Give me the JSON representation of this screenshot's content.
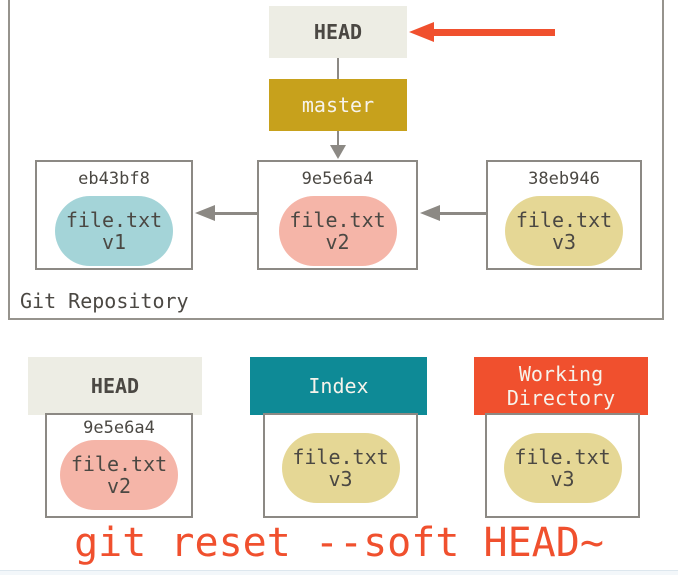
{
  "repository": {
    "label": "Git Repository",
    "head_box": {
      "label": "HEAD"
    },
    "branch_box": {
      "label": "master"
    },
    "commits": [
      {
        "hash": "eb43bf8",
        "file": "file.txt",
        "version": "v1",
        "oval_color": "#A4D4D8"
      },
      {
        "hash": "9e5e6a4",
        "file": "file.txt",
        "version": "v2",
        "oval_color": "#F5B5A8"
      },
      {
        "hash": "38eb946",
        "file": "file.txt",
        "version": "v3",
        "oval_color": "#E5D795"
      }
    ]
  },
  "areas": [
    {
      "title": "HEAD",
      "header_bg": "#EDEDE4",
      "header_fg": "#4b4843",
      "hash": "9e5e6a4",
      "file": "file.txt",
      "version": "v2",
      "oval_color": "#F5B5A8"
    },
    {
      "title": "Index",
      "header_bg": "#0E8A96",
      "header_fg": "#F6F3EB",
      "hash": "",
      "file": "file.txt",
      "version": "v3",
      "oval_color": "#E5D795"
    },
    {
      "title": "Working Directory",
      "header_bg": "#F0502E",
      "header_fg": "#F6F3EB",
      "hash": "",
      "file": "file.txt",
      "version": "v3",
      "oval_color": "#E5D795"
    }
  ],
  "command": "git reset --soft HEAD~",
  "colors": {
    "box_border": "#8c8984",
    "repo_border": "#96938d",
    "arrow_gray": "#8c8984",
    "accent_red": "#F0502E",
    "gold": "#C7A11C",
    "teal": "#0E8A96",
    "header_gray": "#EDEDE4",
    "text_dark": "#4b4843",
    "text_light": "#F6F3EB"
  }
}
